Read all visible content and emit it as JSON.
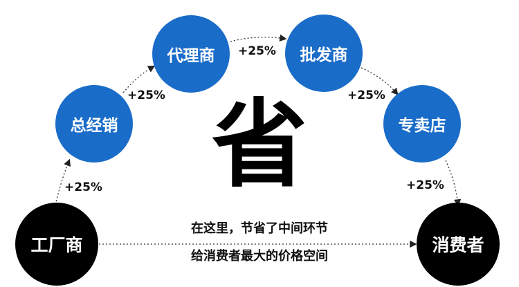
{
  "nodes": {
    "factory": "工厂商",
    "general_distributor": "总经销",
    "agent": "代理商",
    "wholesaler": "批发商",
    "store": "专卖店",
    "consumer": "消费者"
  },
  "markups": {
    "factory_to_general": "+25%",
    "general_to_agent": "+25%",
    "agent_to_wholesaler": "+25%",
    "wholesaler_to_store": "+25%",
    "store_to_consumer": "+25%"
  },
  "center_char": "省",
  "message": {
    "line1": "在这里，节省了中间环节",
    "line2": "给消费者最大的价格空间"
  },
  "colors": {
    "node_blue": "#1a6cc9",
    "node_black": "#000000"
  }
}
